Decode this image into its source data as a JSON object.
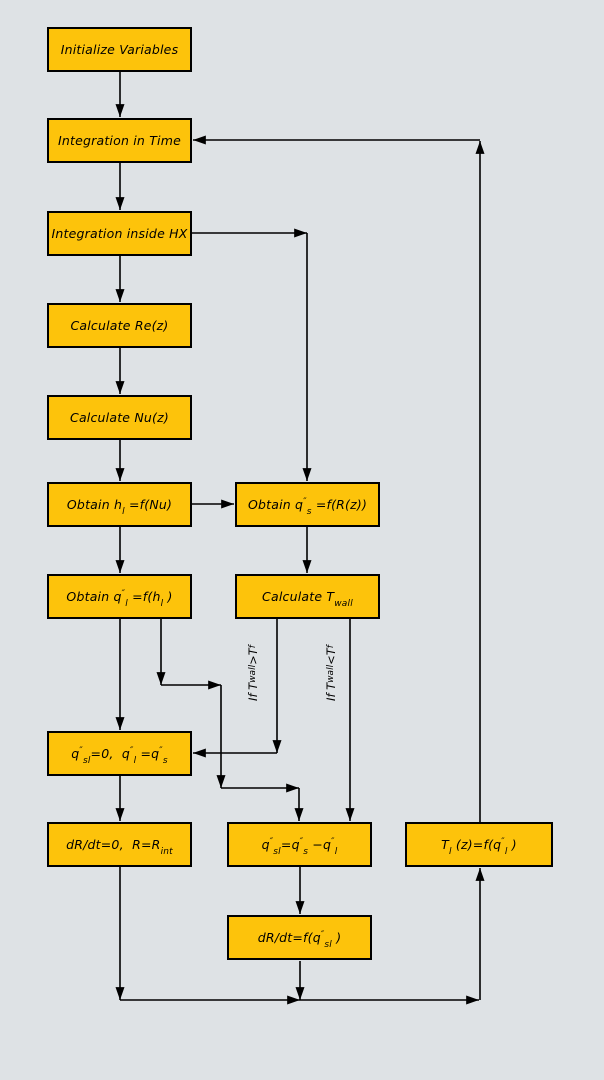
{
  "colors": {
    "bg": "#dee2e5",
    "box-fill": "#fdc30b",
    "box-border": "#000000",
    "line": "#000000",
    "text": "#000000"
  },
  "nodes": {
    "init": {
      "label": "Initialize Variables"
    },
    "time": {
      "label": "Integration in Time"
    },
    "hx": {
      "label": "Integration inside HX"
    },
    "re": {
      "label": "Calculate Re(z)"
    },
    "nu": {
      "label": "Calculate Nu(z)"
    },
    "obtain_h": {
      "p0": "Obtain h",
      "b0": "l",
      "p1": " =f(Nu)"
    },
    "obtain_qs": {
      "p0": "Obtain q",
      "s0": "″",
      "b0": "s",
      "p1": " =f(R(z))"
    },
    "obtain_ql": {
      "p0": "Obtain q",
      "s0": "″",
      "b0": "l",
      "p1": " =f(h",
      "b1": "l",
      "p2": " )"
    },
    "twall": {
      "p0": "Calculate T",
      "b0": "wall"
    },
    "qsl_zero": {
      "p0": "q",
      "s0": "″",
      "b0": "sl",
      "p1": "=0,  q",
      "s1": "″",
      "b1": "l",
      "p2": " =q",
      "s2": "″",
      "b2": "s"
    },
    "drdt_zero": {
      "p0": "dR/dt=0,  R=R",
      "b0": "int"
    },
    "qsl_eq": {
      "p0": "q",
      "s0": "″",
      "b0": "sl",
      "p1": "=q",
      "s1": "″",
      "b1": "s",
      "p2": " −q",
      "s2": "″",
      "b2": "l"
    },
    "tl": {
      "p0": "T",
      "b0": "l",
      "p1": " (z)=f(q",
      "s0": "″",
      "b1": "l",
      "p2": " )"
    },
    "drdt_f": {
      "p0": "dR/dt=f(q",
      "s0": "″",
      "b0": "sl",
      "p1": " )"
    }
  },
  "edge_labels": {
    "hot": {
      "p0": "If T",
      "b0": "wall",
      "p1": ">T",
      "b1": "f"
    },
    "cold": {
      "p0": "If T",
      "b0": "wall",
      "p1": "<T",
      "b1": "f"
    }
  }
}
